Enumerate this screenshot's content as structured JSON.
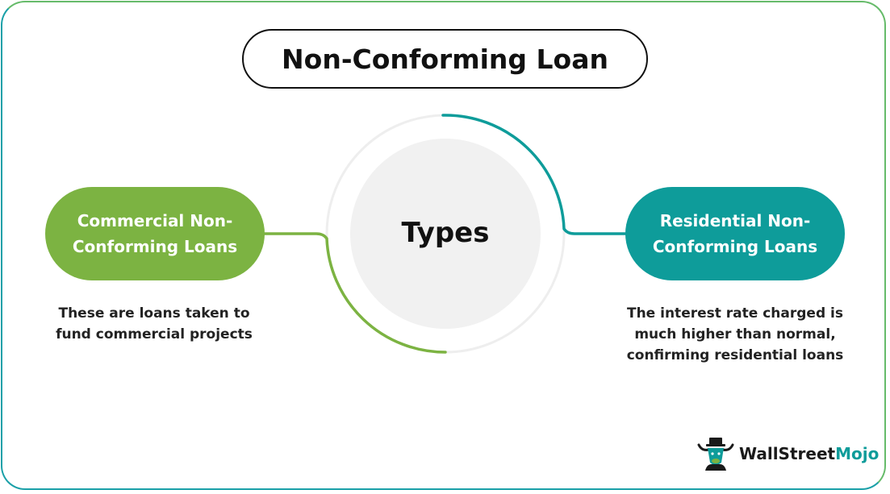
{
  "title": "Non-Conforming Loan",
  "center": {
    "label": "Types"
  },
  "branches": [
    {
      "label_line1": "Commercial Non-",
      "label_line2": "Conforming Loans",
      "description_line1": "These are loans taken to",
      "description_line2": "fund commercial projects",
      "color": "#7cb342"
    },
    {
      "label_line1": "Residential Non-",
      "label_line2": "Conforming Loans",
      "description_line1": "The interest rate charged is",
      "description_line2": "much higher than normal,",
      "description_line3": "confirming residential loans",
      "color": "#0e9c9a"
    }
  ],
  "logo": {
    "part1": "WallStreet",
    "part2": "Mojo",
    "icon": "bull-mascot-icon"
  },
  "colors": {
    "green": "#7cb342",
    "teal": "#0e9c9a",
    "circle_fill": "#f1f1f1",
    "ring": "#eeeeee"
  }
}
